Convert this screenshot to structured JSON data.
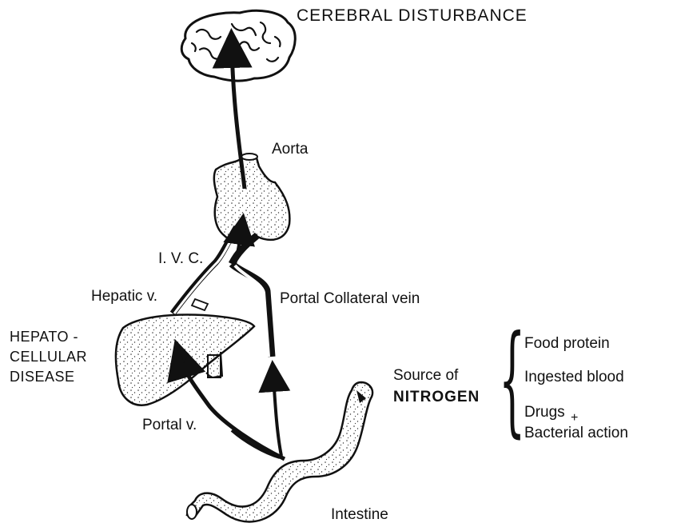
{
  "labels": {
    "cerebral": "CEREBRAL  DISTURBANCE",
    "aorta": "Aorta",
    "ivc": "I. V. C.",
    "hepatic_v": "Hepatic v.",
    "portal_collateral": "Portal  Collateral vein",
    "hepato_1": "HEPATO -",
    "hepato_2": "CELLULAR",
    "hepato_3": "DISEASE",
    "portal_v": "Portal  v.",
    "source_of": "Source of",
    "nitrogen": "NITROGEN",
    "intestine": "Intestine"
  },
  "sources": [
    "Food  protein",
    "Ingested  blood",
    "Drugs",
    "+",
    "Bacterial action"
  ],
  "colors": {
    "ink": "#111111",
    "background": "#ffffff"
  }
}
